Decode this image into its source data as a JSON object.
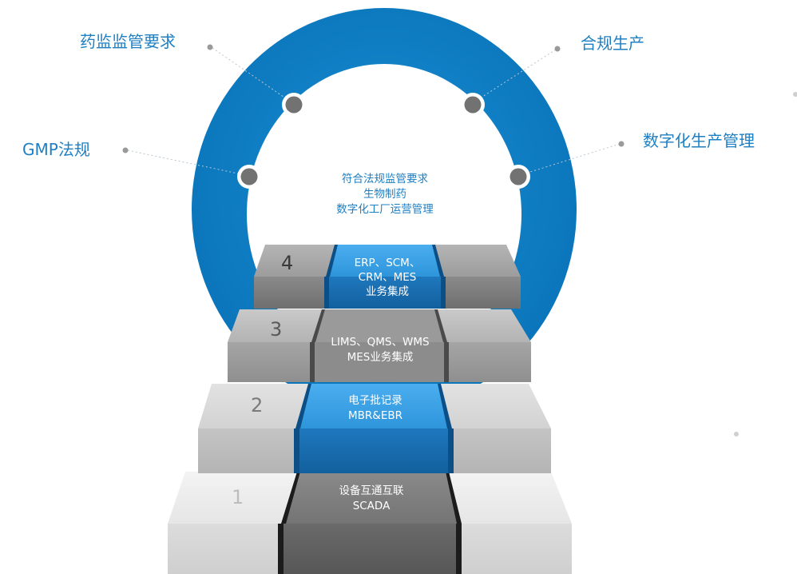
{
  "outer_labels": {
    "top_left": "药监监管要求",
    "top_right": "合规生产",
    "mid_left": "GMP法规",
    "mid_right": "数字化生产管理"
  },
  "center_text": {
    "line1": "符合法规监管要求",
    "line2": "生物制药",
    "line3": "数字化工厂运营管理"
  },
  "steps": [
    {
      "number": "4",
      "line1": "ERP、SCM、",
      "line2": "CRM、MES",
      "line3": "业务集成"
    },
    {
      "number": "3",
      "line1": "LIMS、QMS、WMS",
      "line2": "MES业务集成"
    },
    {
      "number": "2",
      "line1": "电子批记录",
      "line2": "MBR&EBR"
    },
    {
      "number": "1",
      "line1": "设备互通互联",
      "line2": "SCADA"
    }
  ],
  "colors": {
    "ring": "#0a7ec2",
    "label": "#1e7fc2",
    "slab_blue": "#3a9ee2",
    "slab_blue_dark": "#176cb0",
    "slab_gray": "#7c7c7c"
  }
}
